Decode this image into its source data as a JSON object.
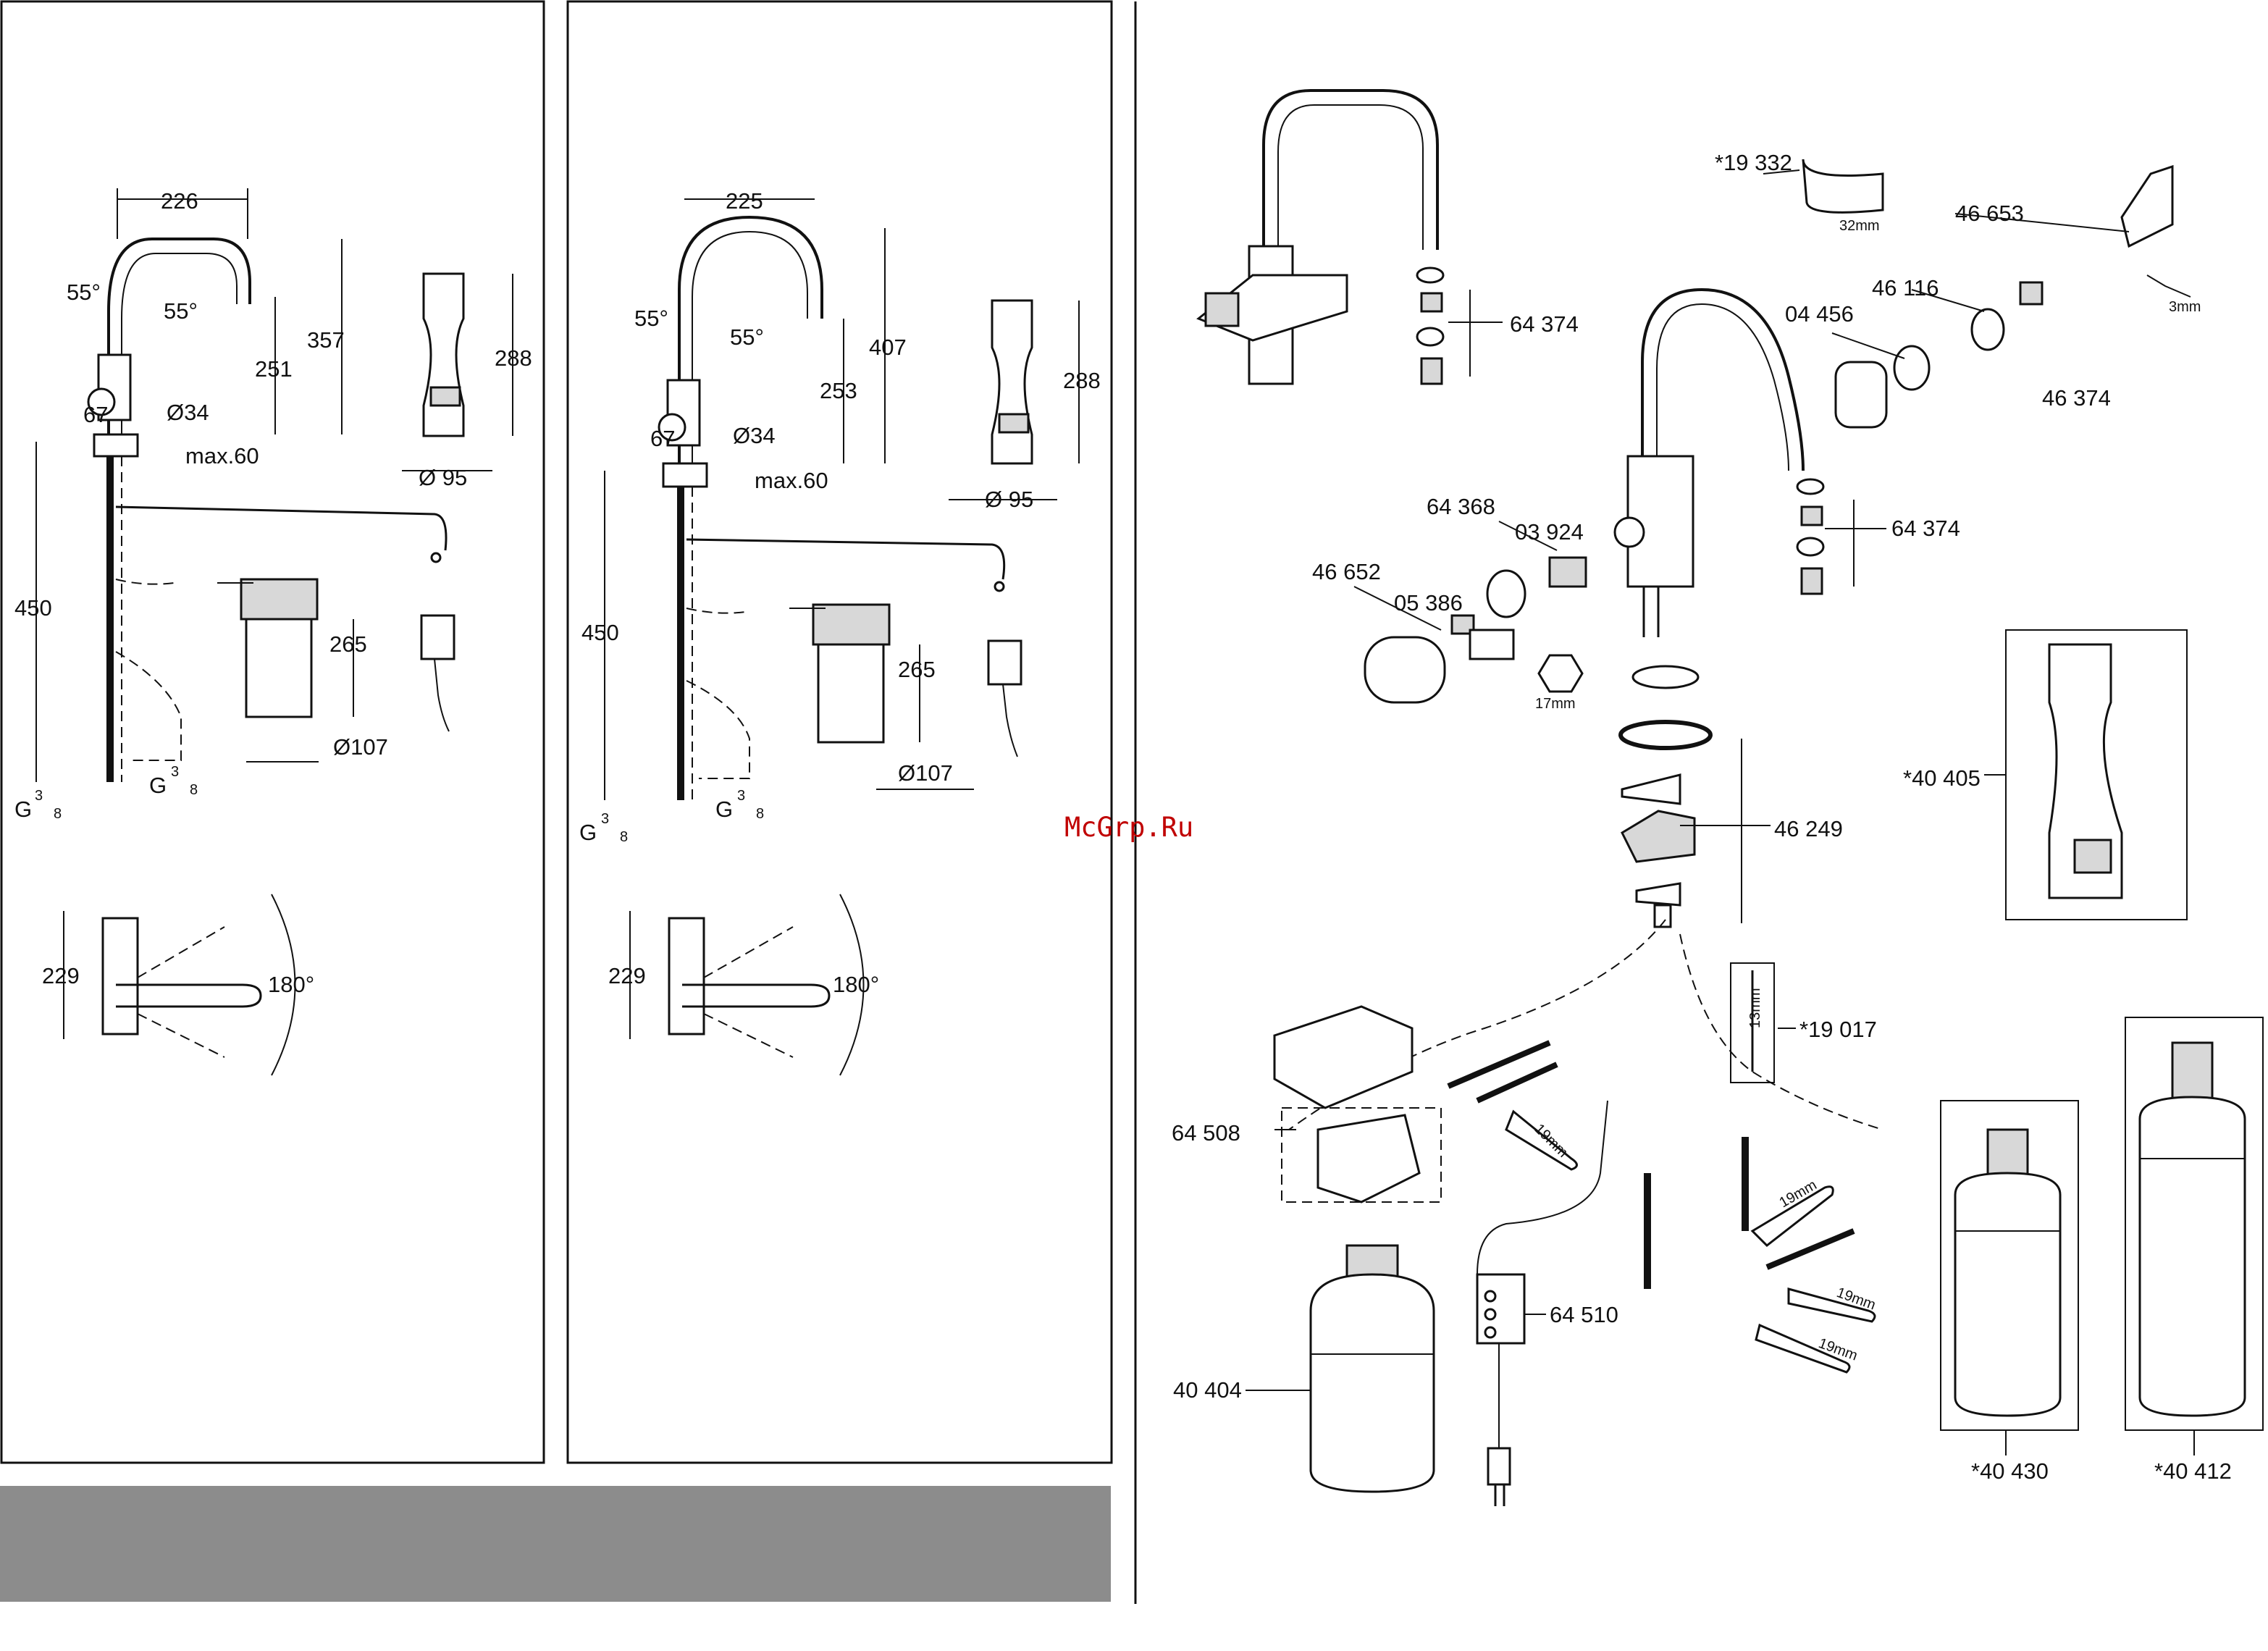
{
  "watermark": "McGrp.Ru",
  "panel_left": {
    "dims": {
      "spout_width": "226",
      "angle_left": "55°",
      "angle_right": "55°",
      "height_total": "357",
      "height_spout": "251",
      "offset": "67",
      "bore": "Ø34",
      "max_deck": "max.60",
      "hose_length": "450",
      "filter_height": "265",
      "filter_diameter": "Ø107",
      "thread_a": "G",
      "thread_b": "G",
      "thread_frac": "3",
      "thread_den": "8",
      "handset_height": "288",
      "handset_diameter": "Ø 95",
      "swivel_depth": "229",
      "swivel_angle": "180°"
    }
  },
  "panel_middle": {
    "dims": {
      "spout_width": "225",
      "angle_left": "55°",
      "angle_right": "55°",
      "height_total": "407",
      "height_spout": "253",
      "offset": "67",
      "bore": "Ø34",
      "max_deck": "max.60",
      "hose_length": "450",
      "filter_height": "265",
      "filter_diameter": "Ø107",
      "thread_a": "G",
      "thread_b": "G",
      "thread_frac": "3",
      "thread_den": "8",
      "handset_height": "288",
      "handset_diameter": "Ø 95",
      "swivel_depth": "229",
      "swivel_angle": "180°"
    }
  },
  "parts": {
    "p19332": "*19 332",
    "mm32": "32mm",
    "p46653": "46 653",
    "mm3": "3mm",
    "p46116": "46 116",
    "p04456": "04 456",
    "p46374": "46 374",
    "p64374a": "64 374",
    "p64374b": "64 374",
    "p64368": "64 368",
    "p03924": "03 924",
    "p46652": "46 652",
    "p05386": "05 386",
    "mm17": "17mm",
    "p40405": "*40 405",
    "p46249": "46 249",
    "p19017": "*19 017",
    "mm13": "13mm",
    "p64508": "64 508",
    "mm19a": "19mm",
    "mm19b": "19mm",
    "mm19c": "19mm",
    "mm19d": "19mm",
    "p64510": "64 510",
    "p40404": "40 404",
    "p40430": "*40 430",
    "p40412": "*40 412"
  }
}
